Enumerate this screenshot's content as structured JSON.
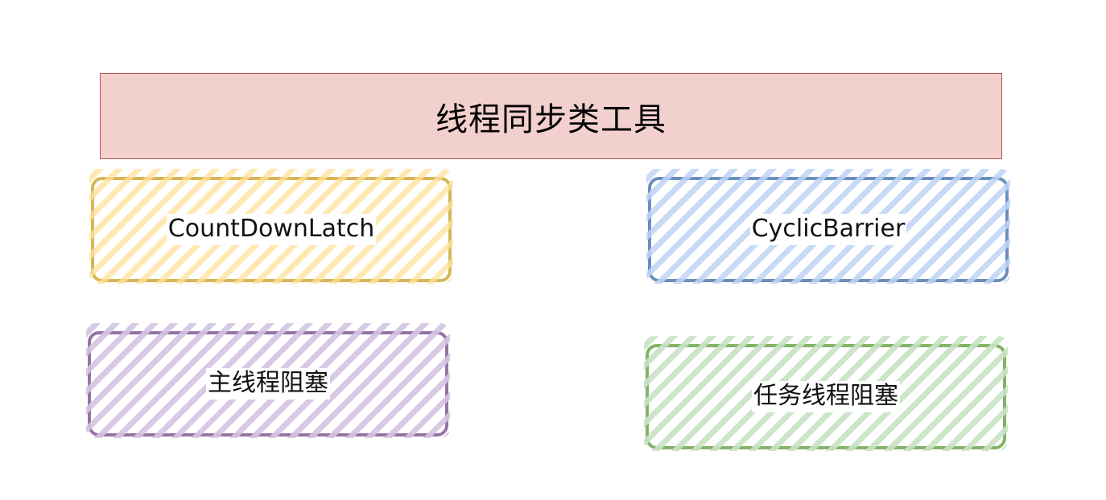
{
  "title": "线程同步类工具",
  "boxes": [
    {
      "label": "CountDownLatch",
      "color": "#d6b656"
    },
    {
      "label": "CyclicBarrier",
      "color": "#6c8ebf"
    },
    {
      "label": "主线程阻塞",
      "color": "#9673a6"
    },
    {
      "label": "任务线程阻塞",
      "color": "#82b366"
    }
  ],
  "colors": {
    "header_fill": "#f2d0ce",
    "header_border": "#b85450"
  }
}
